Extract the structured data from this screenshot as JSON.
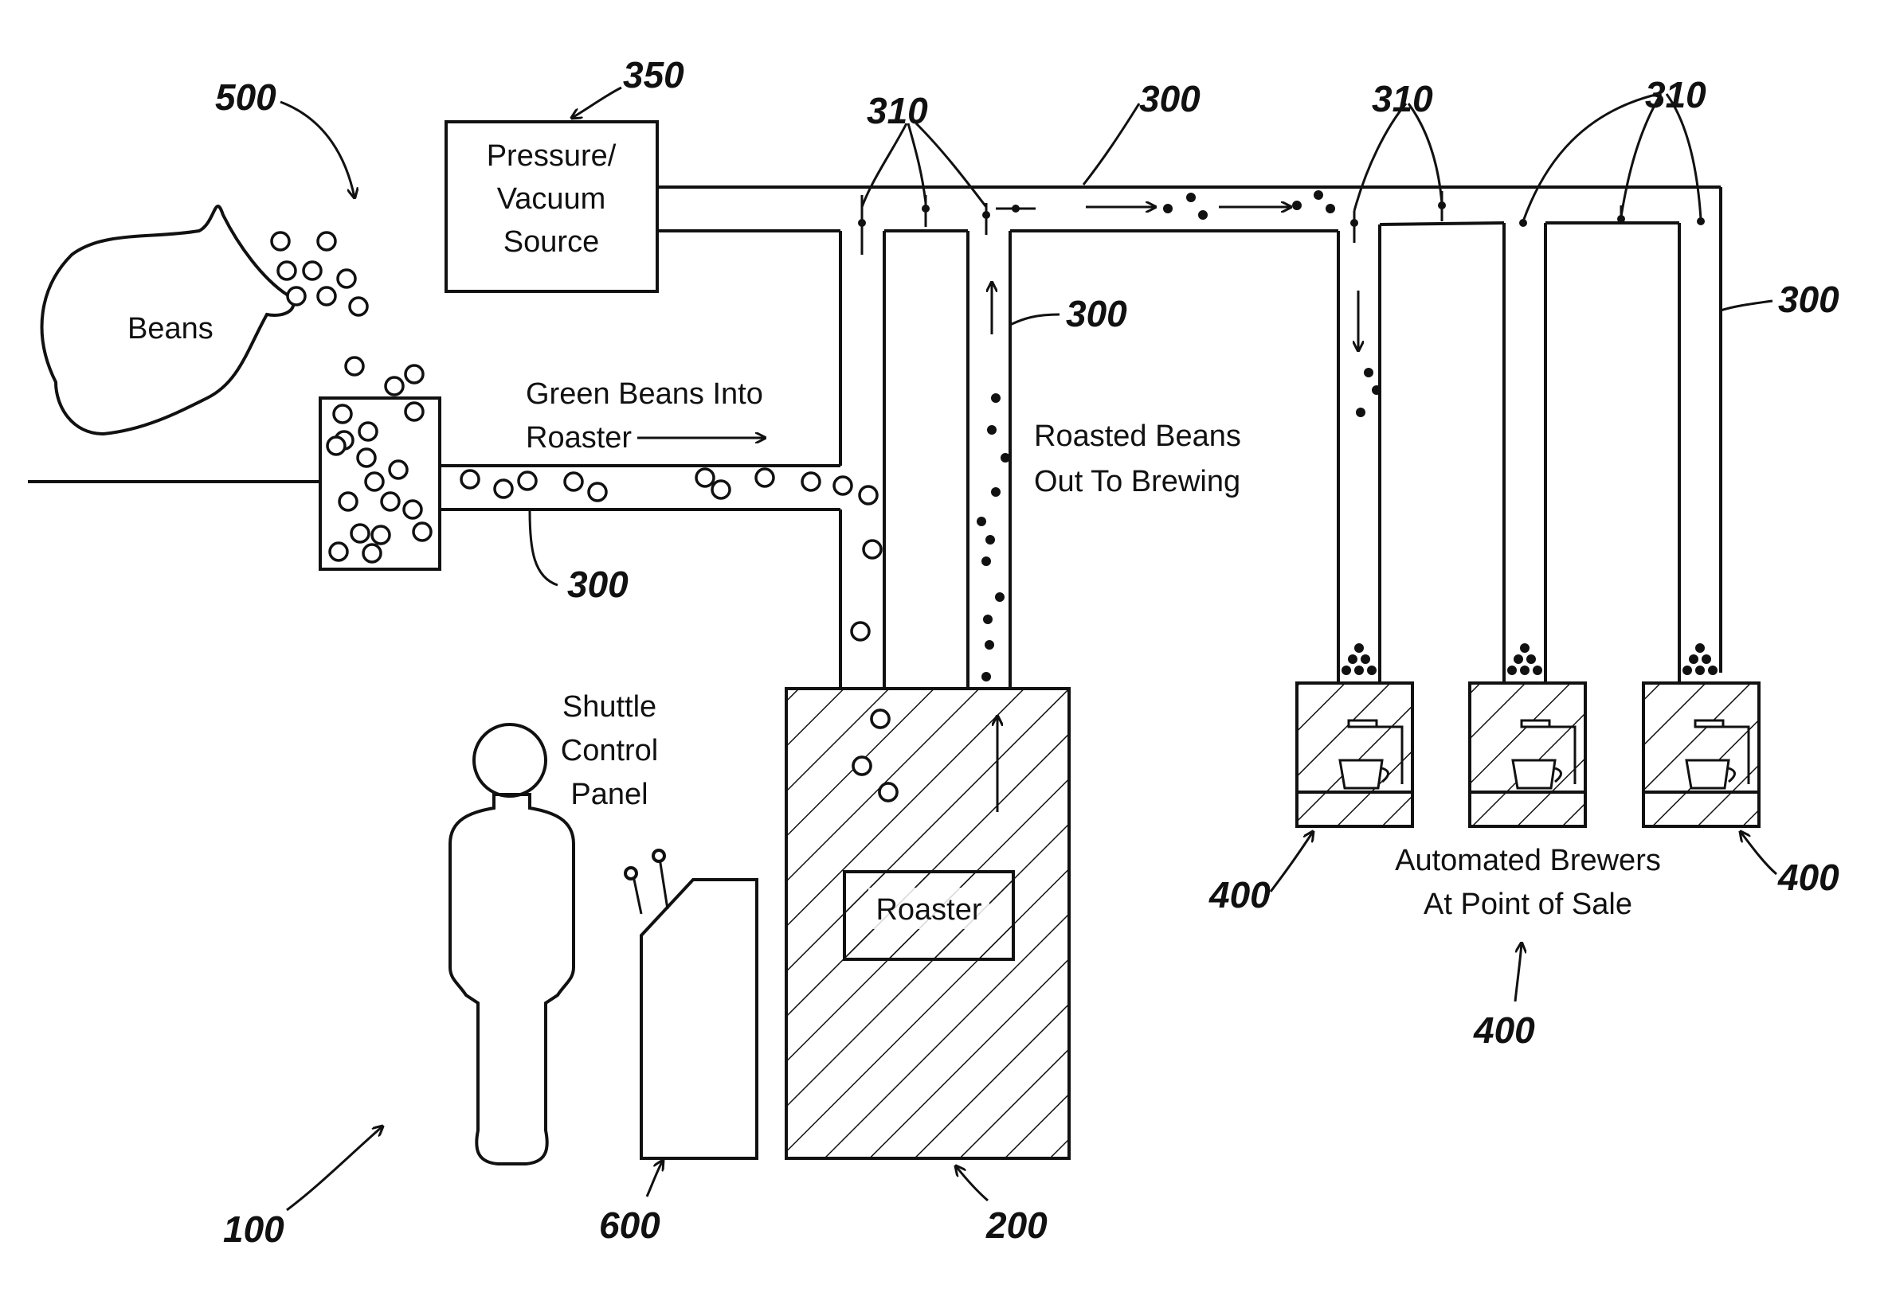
{
  "labels": {
    "beans": "Beans",
    "pressure_line1": "Pressure/",
    "pressure_line2": "Vacuum",
    "pressure_line3": "Source",
    "green_line1": "Green Beans Into",
    "green_line2": "Roaster",
    "roasted_line1": "Roasted Beans",
    "roasted_line2": "Out To Brewing",
    "shuttle_line1": "Shuttle",
    "shuttle_line2": "Control",
    "shuttle_line3": "Panel",
    "roaster": "Roaster",
    "brewers_line1": "Automated Brewers",
    "brewers_line2": "At Point of Sale"
  },
  "refs": {
    "r500": "500",
    "r350": "350",
    "r310a": "310",
    "r300a": "300",
    "r310b": "310",
    "r310c": "310",
    "r300b": "300",
    "r300c": "300",
    "r300d": "300",
    "r400a": "400",
    "r400b": "400",
    "r400c": "400",
    "r100": "100",
    "r600": "600",
    "r200": "200"
  }
}
